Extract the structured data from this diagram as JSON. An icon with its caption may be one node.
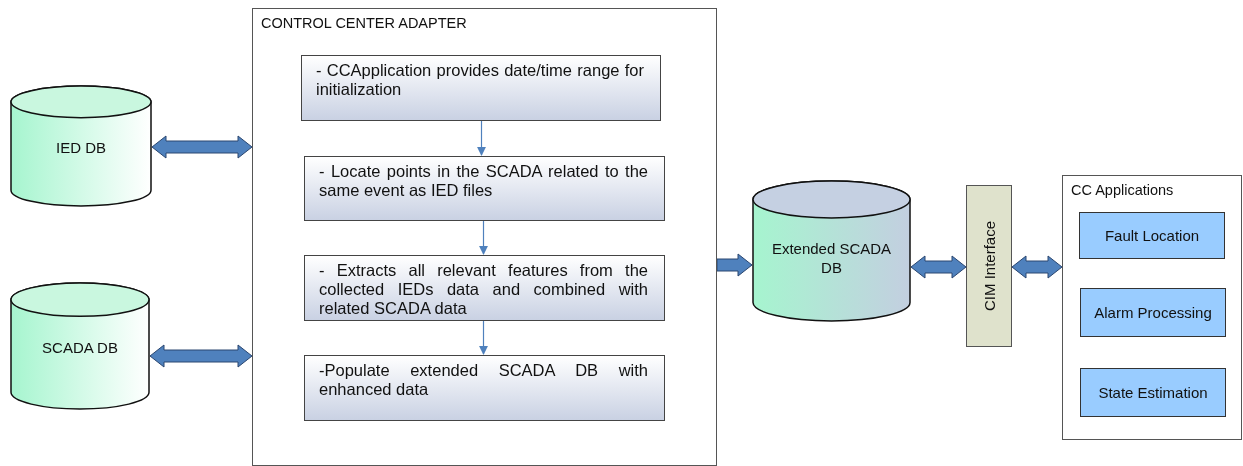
{
  "diagram": {
    "nodes": [
      {
        "text": [
          "IED DB"
        ]
      },
      {
        "text": [
          "SCADA DB"
        ]
      },
      {
        "text": [
          "CONTROL CENTER ADAPTER"
        ]
      },
      {
        "text": [
          "- CCApplication provides date/time range for initialization"
        ],
        "in": 2
      },
      {
        "text": [
          "- Locate points in the SCADA related to the same event as IED files"
        ],
        "in": 2
      },
      {
        "text": [
          "- Extracts all relevant features from the collected IEDs data and combined with related SCADA data"
        ],
        "in": 2
      },
      {
        "text": [
          "-Populate extended SCADA DB with enhanced data"
        ],
        "in": 2
      },
      {
        "text": [
          "Extended SCADA DB"
        ]
      },
      {
        "text": [
          "CIM Interface"
        ]
      },
      {
        "text": [
          "CC Applications"
        ]
      },
      {
        "text": [
          "Fault Location"
        ],
        "in": 9
      },
      {
        "text": [
          "Alarm Processing"
        ],
        "in": 9
      },
      {
        "text": [
          "State Estimation"
        ],
        "in": 9
      }
    ],
    "edges": [
      {
        "from": 0,
        "to": 2,
        "arrow": "both",
        "style": "thick"
      },
      {
        "from": 1,
        "to": 2,
        "arrow": "both",
        "style": "thick"
      },
      {
        "from": 2,
        "to": 7,
        "arrow": "to",
        "style": "thick"
      },
      {
        "from": 3,
        "to": 4,
        "arrow": "to"
      },
      {
        "from": 4,
        "to": 5,
        "arrow": "to"
      },
      {
        "from": 5,
        "to": 6,
        "arrow": "to"
      },
      {
        "from": 7,
        "to": 8,
        "arrow": "both",
        "style": "thick"
      },
      {
        "from": 8,
        "to": 9,
        "arrow": "both",
        "style": "thick"
      }
    ]
  }
}
